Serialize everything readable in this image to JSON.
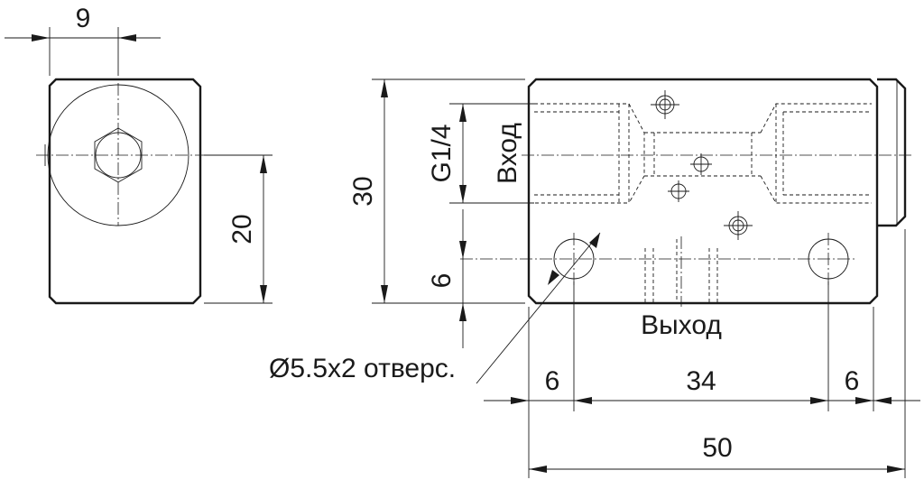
{
  "side_view": {
    "dim_width": "9",
    "dim_height": "20"
  },
  "front_view": {
    "dim_height": "30",
    "dim_port": "G1/4",
    "label_inlet": "Вход",
    "dim_hole_offset": "6",
    "label_outlet": "Выход",
    "label_holes": "Ø5.5x2 отверс.",
    "dim_left": "6",
    "dim_center": "34",
    "dim_right": "6",
    "dim_total": "50"
  }
}
